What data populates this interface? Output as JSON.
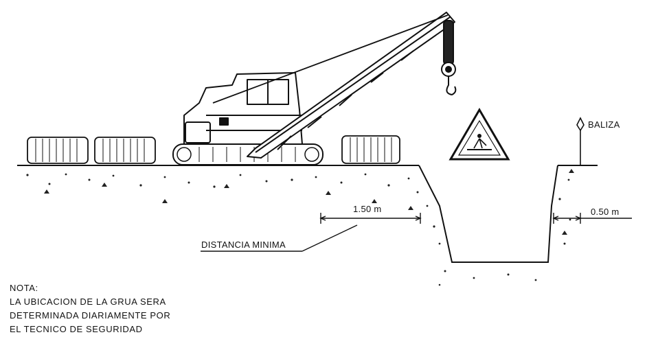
{
  "labels": {
    "baliza": "BALIZA",
    "distance_main": "1.50 m",
    "distance_side": "0.50 m",
    "distancia_minima": "DISTANCIA MINIMA"
  },
  "note": {
    "heading": "NOTA:",
    "lines": [
      "LA UBICACION DE LA GRUA SERA",
      "DETERMINADA DIARIAMENTE POR",
      "EL TECNICO DE SEGURIDAD"
    ]
  },
  "icons": {
    "warning_sign": "warning-triangle-icon",
    "beacon": "beacon-marker-icon"
  },
  "colors": {
    "ink": "#111111",
    "background": "#ffffff"
  }
}
